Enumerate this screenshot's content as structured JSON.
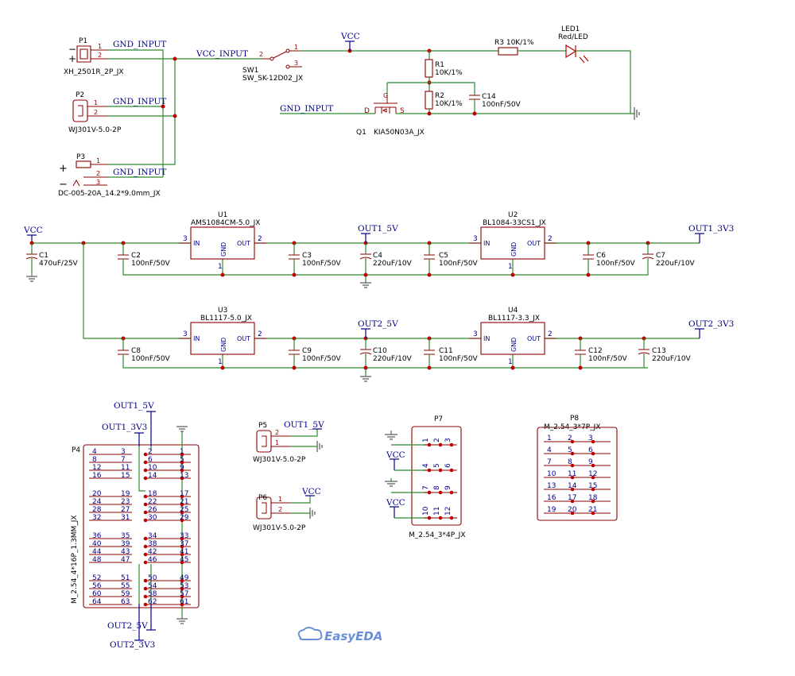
{
  "components": {
    "p1": {
      "ref": "P1",
      "value": "XH_2501R_2P_JX",
      "pins": [
        "1",
        "2"
      ]
    },
    "p2": {
      "ref": "P2",
      "value": "WJ301V-5.0-2P",
      "pins": [
        "1",
        "2"
      ]
    },
    "p3": {
      "ref": "P3",
      "value": "DC-005-20A_14.2*9.0mm_JX",
      "pins": [
        "1",
        "2",
        "3"
      ]
    },
    "sw1": {
      "ref": "SW1",
      "value": "SW_SK-12D02_JX",
      "pins": [
        "1",
        "2",
        "3"
      ]
    },
    "r1": {
      "ref": "R1",
      "value": "10K/1%"
    },
    "r2": {
      "ref": "R2",
      "value": "10K/1%"
    },
    "r3": {
      "ref": "R3",
      "value": "10K/1%"
    },
    "c14": {
      "ref": "C14",
      "value": "100nF/50V"
    },
    "led1": {
      "ref": "LED1",
      "value": "Red/LED"
    },
    "q1": {
      "ref": "Q1",
      "value": "KIA50N03A_JX",
      "pin_d": "D",
      "pin_g": "G",
      "pin_s": "S"
    },
    "u1": {
      "ref": "U1",
      "value": "AMS1084CM-5.0_JX",
      "pin_in": "IN",
      "pin_out": "OUT",
      "pin_gnd": "GND",
      "n_in": "3",
      "n_out": "2",
      "n_gnd": "1"
    },
    "u2": {
      "ref": "U2",
      "value": "BL1084-33CS1_JX",
      "pin_in": "IN",
      "pin_out": "OUT",
      "pin_gnd": "GND",
      "n_in": "3",
      "n_out": "2",
      "n_gnd": "1"
    },
    "u3": {
      "ref": "U3",
      "value": "BL1117-5.0_JX",
      "pin_in": "IN",
      "pin_out": "OUT",
      "pin_gnd": "GND",
      "n_in": "3",
      "n_out": "2",
      "n_gnd": "1"
    },
    "u4": {
      "ref": "U4",
      "value": "BL1117-3.3_JX",
      "pin_in": "IN",
      "pin_out": "OUT",
      "pin_gnd": "GND",
      "n_in": "3",
      "n_out": "2",
      "n_gnd": "1"
    },
    "c1": {
      "ref": "C1",
      "value": "470uF/25V"
    },
    "c2": {
      "ref": "C2",
      "value": "100nF/50V"
    },
    "c3": {
      "ref": "C3",
      "value": "100nF/50V"
    },
    "c4": {
      "ref": "C4",
      "value": "220uF/10V"
    },
    "c5": {
      "ref": "C5",
      "value": "100nF/50V"
    },
    "c6": {
      "ref": "C6",
      "value": "100nF/50V"
    },
    "c7": {
      "ref": "C7",
      "value": "220uF/10V"
    },
    "c8": {
      "ref": "C8",
      "value": "100nF/50V"
    },
    "c9": {
      "ref": "C9",
      "value": "100nF/50V"
    },
    "c10": {
      "ref": "C10",
      "value": "220uF/10V"
    },
    "c11": {
      "ref": "C11",
      "value": "100nF/50V"
    },
    "c12": {
      "ref": "C12",
      "value": "100nF/50V"
    },
    "c13": {
      "ref": "C13",
      "value": "220uF/10V"
    },
    "p4": {
      "ref": "P4",
      "value": "M_2.54_4*16P_1.3MM_JX",
      "rows": [
        [
          "4",
          "3",
          "2",
          "1"
        ],
        [
          "8",
          "7",
          "6",
          "5"
        ],
        [
          "12",
          "11",
          "10",
          "9"
        ],
        [
          "16",
          "15",
          "14",
          "13"
        ],
        [
          "20",
          "19",
          "18",
          "17"
        ],
        [
          "24",
          "23",
          "22",
          "21"
        ],
        [
          "28",
          "27",
          "26",
          "25"
        ],
        [
          "32",
          "31",
          "30",
          "29"
        ],
        [
          "36",
          "35",
          "34",
          "33"
        ],
        [
          "40",
          "39",
          "38",
          "37"
        ],
        [
          "44",
          "43",
          "42",
          "41"
        ],
        [
          "48",
          "47",
          "46",
          "45"
        ],
        [
          "52",
          "51",
          "50",
          "49"
        ],
        [
          "56",
          "55",
          "54",
          "53"
        ],
        [
          "60",
          "59",
          "58",
          "57"
        ],
        [
          "64",
          "63",
          "62",
          "61"
        ]
      ]
    },
    "p5": {
      "ref": "P5",
      "value": "WJ301V-5.0-2P",
      "pins": [
        "2",
        "1"
      ]
    },
    "p6": {
      "ref": "P6",
      "value": "WJ301V-5.0-2P",
      "pins": [
        "1",
        "2"
      ]
    },
    "p7": {
      "ref": "P7",
      "value": "M_2.54_3*4P_JX",
      "rows": [
        [
          "1",
          "2",
          "3"
        ],
        [
          "4",
          "5",
          "6"
        ],
        [
          "7",
          "8",
          "9"
        ],
        [
          "10",
          "11",
          "12"
        ]
      ]
    },
    "p8": {
      "ref": "P8",
      "value": "M_2.54_3*7P_JX",
      "rows": [
        [
          "1",
          "2",
          "3"
        ],
        [
          "4",
          "5",
          "6"
        ],
        [
          "7",
          "8",
          "9"
        ],
        [
          "10",
          "11",
          "12"
        ],
        [
          "13",
          "14",
          "15"
        ],
        [
          "16",
          "17",
          "18"
        ],
        [
          "19",
          "20",
          "21"
        ]
      ]
    }
  },
  "nets": {
    "gnd_input": "GND_INPUT",
    "vcc_input": "VCC_INPUT",
    "vcc": "VCC",
    "out1_5v": "OUT1_5V",
    "out1_3v3": "OUT1_3V3",
    "out2_5v": "OUT2_5V",
    "out2_3v3": "OUT2_3V3"
  },
  "symbols": {
    "plus": "+",
    "minus": "−"
  },
  "logo": {
    "text": "EasyEDA"
  }
}
